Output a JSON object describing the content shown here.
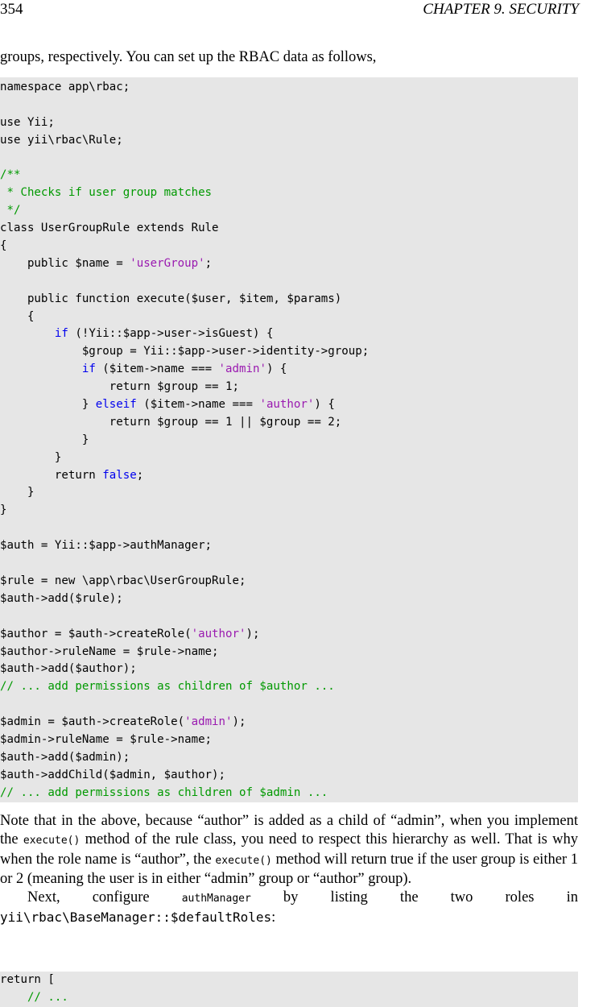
{
  "header": {
    "page_number": "354",
    "chapter": "CHAPTER 9.  SECURITY"
  },
  "intro": "groups, respectively. You can set up the RBAC data as follows,",
  "code1": [
    [
      [
        "n",
        "namespace app\\rbac;"
      ]
    ],
    [],
    [
      [
        "n",
        "use Yii;"
      ]
    ],
    [
      [
        "n",
        "use yii\\rbac\\Rule;"
      ]
    ],
    [],
    [
      [
        "c",
        "/**"
      ]
    ],
    [
      [
        "c",
        " * Checks if user group matches"
      ]
    ],
    [
      [
        "c",
        " */"
      ]
    ],
    [
      [
        "n",
        "class UserGroupRule extends Rule"
      ]
    ],
    [
      [
        "n",
        "{"
      ]
    ],
    [
      [
        "n",
        "    public $name = "
      ],
      [
        "s",
        "'userGroup'"
      ],
      [
        "n",
        ";"
      ]
    ],
    [],
    [
      [
        "n",
        "    public function execute($user, $item, $params)"
      ]
    ],
    [
      [
        "n",
        "    {"
      ]
    ],
    [
      [
        "n",
        "        "
      ],
      [
        "k",
        "if"
      ],
      [
        "n",
        " (!Yii::$app->user->isGuest) {"
      ]
    ],
    [
      [
        "n",
        "            $group = Yii::$app->user->identity->group;"
      ]
    ],
    [
      [
        "n",
        "            "
      ],
      [
        "k",
        "if"
      ],
      [
        "n",
        " ($item->name === "
      ],
      [
        "s",
        "'admin'"
      ],
      [
        "n",
        ") {"
      ]
    ],
    [
      [
        "n",
        "                return $group == 1;"
      ]
    ],
    [
      [
        "n",
        "            } "
      ],
      [
        "k",
        "elseif"
      ],
      [
        "n",
        " ($item->name === "
      ],
      [
        "s",
        "'author'"
      ],
      [
        "n",
        ") {"
      ]
    ],
    [
      [
        "n",
        "                return $group == 1 || $group == 2;"
      ]
    ],
    [
      [
        "n",
        "            }"
      ]
    ],
    [
      [
        "n",
        "        }"
      ]
    ],
    [
      [
        "n",
        "        return "
      ],
      [
        "k",
        "false"
      ],
      [
        "n",
        ";"
      ]
    ],
    [
      [
        "n",
        "    }"
      ]
    ],
    [
      [
        "n",
        "}"
      ]
    ],
    [],
    [
      [
        "n",
        "$auth = Yii::$app->authManager;"
      ]
    ],
    [],
    [
      [
        "n",
        "$rule = new \\app\\rbac\\UserGroupRule;"
      ]
    ],
    [
      [
        "n",
        "$auth->add($rule);"
      ]
    ],
    [],
    [
      [
        "n",
        "$author = $auth->createRole("
      ],
      [
        "s",
        "'author'"
      ],
      [
        "n",
        ");"
      ]
    ],
    [
      [
        "n",
        "$author->ruleName = $rule->name;"
      ]
    ],
    [
      [
        "n",
        "$auth->add($author);"
      ]
    ],
    [
      [
        "c",
        "// ... add permissions as children of $author ..."
      ]
    ],
    [],
    [
      [
        "n",
        "$admin = $auth->createRole("
      ],
      [
        "s",
        "'admin'"
      ],
      [
        "n",
        ");"
      ]
    ],
    [
      [
        "n",
        "$admin->ruleName = $rule->name;"
      ]
    ],
    [
      [
        "n",
        "$auth->add($admin);"
      ]
    ],
    [
      [
        "n",
        "$auth->addChild($admin, $author);"
      ]
    ],
    [
      [
        "c",
        "// ... add permissions as children of $admin ..."
      ]
    ]
  ],
  "para1": {
    "s1": "Note that in the above, because “author” is added as a child of “admin”, when you implement the ",
    "c1": "execute()",
    "s2": " method of the rule class, you need to respect this hierarchy as well. That is why when the role name is “author”, the ",
    "c2": "execute()",
    "s3": " method will return true if the user group is either 1 or 2 (meaning the user is in either “admin” group or “author” group)."
  },
  "para2": {
    "s1": "Next, configure ",
    "c1": "authManager",
    "s2": " by listing the two roles in ",
    "c2": "yii\\rbac\\BaseManager::$defaultRoles",
    "s3": ":"
  },
  "code2": [
    [
      [
        "n",
        "return ["
      ]
    ],
    [
      [
        "c",
        "    // ..."
      ]
    ]
  ],
  "colors": {
    "code_bg": "#e6e6e6",
    "keyword": "#0000ee",
    "string": "#9a1ab0",
    "comment": "#009900"
  }
}
